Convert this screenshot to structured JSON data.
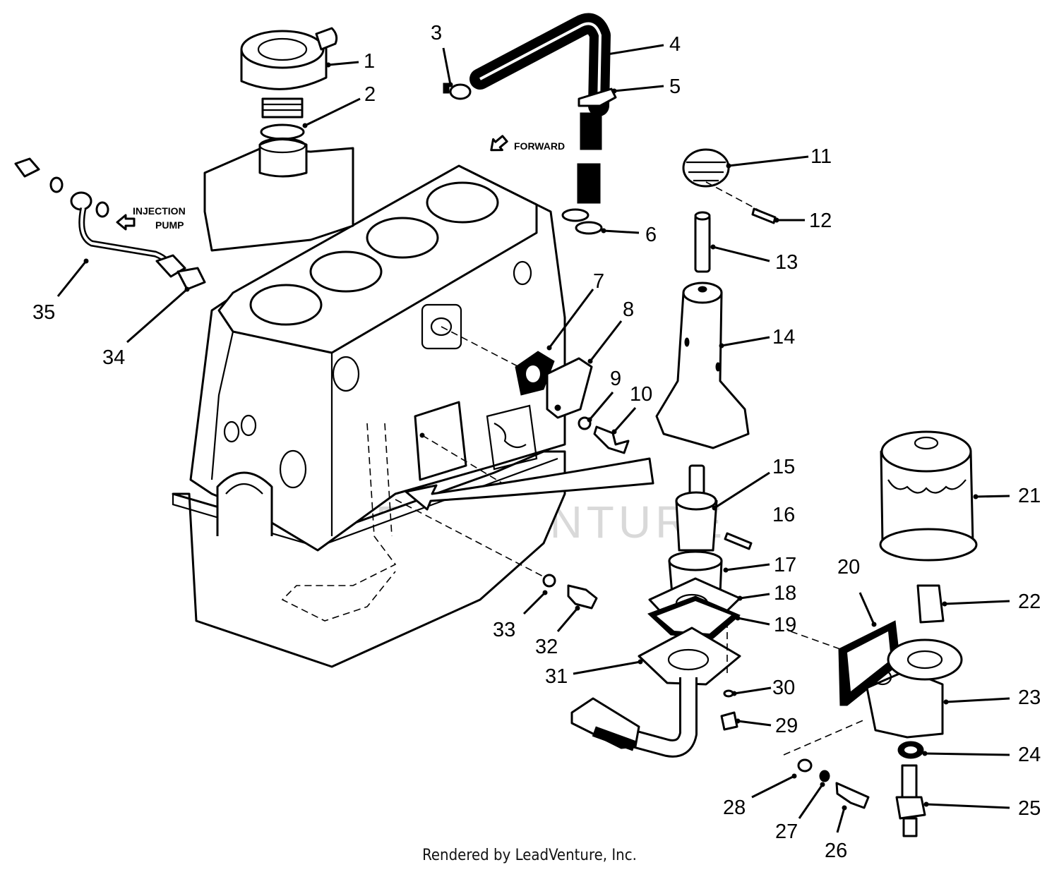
{
  "callouts": [
    "1",
    "2",
    "3",
    "4",
    "5",
    "6",
    "7",
    "8",
    "9",
    "10",
    "11",
    "12",
    "13",
    "14",
    "15",
    "16",
    "17",
    "18",
    "19",
    "20",
    "21",
    "22",
    "23",
    "24",
    "25",
    "26",
    "27",
    "28",
    "29",
    "30",
    "31",
    "32",
    "33",
    "34",
    "35"
  ],
  "annotations": {
    "forward": "FORWARD",
    "injection_line1": "INJECTION",
    "injection_line2": "PUMP"
  },
  "watermark": "LEADVENTURE",
  "footer": "Rendered by LeadVenture, Inc."
}
